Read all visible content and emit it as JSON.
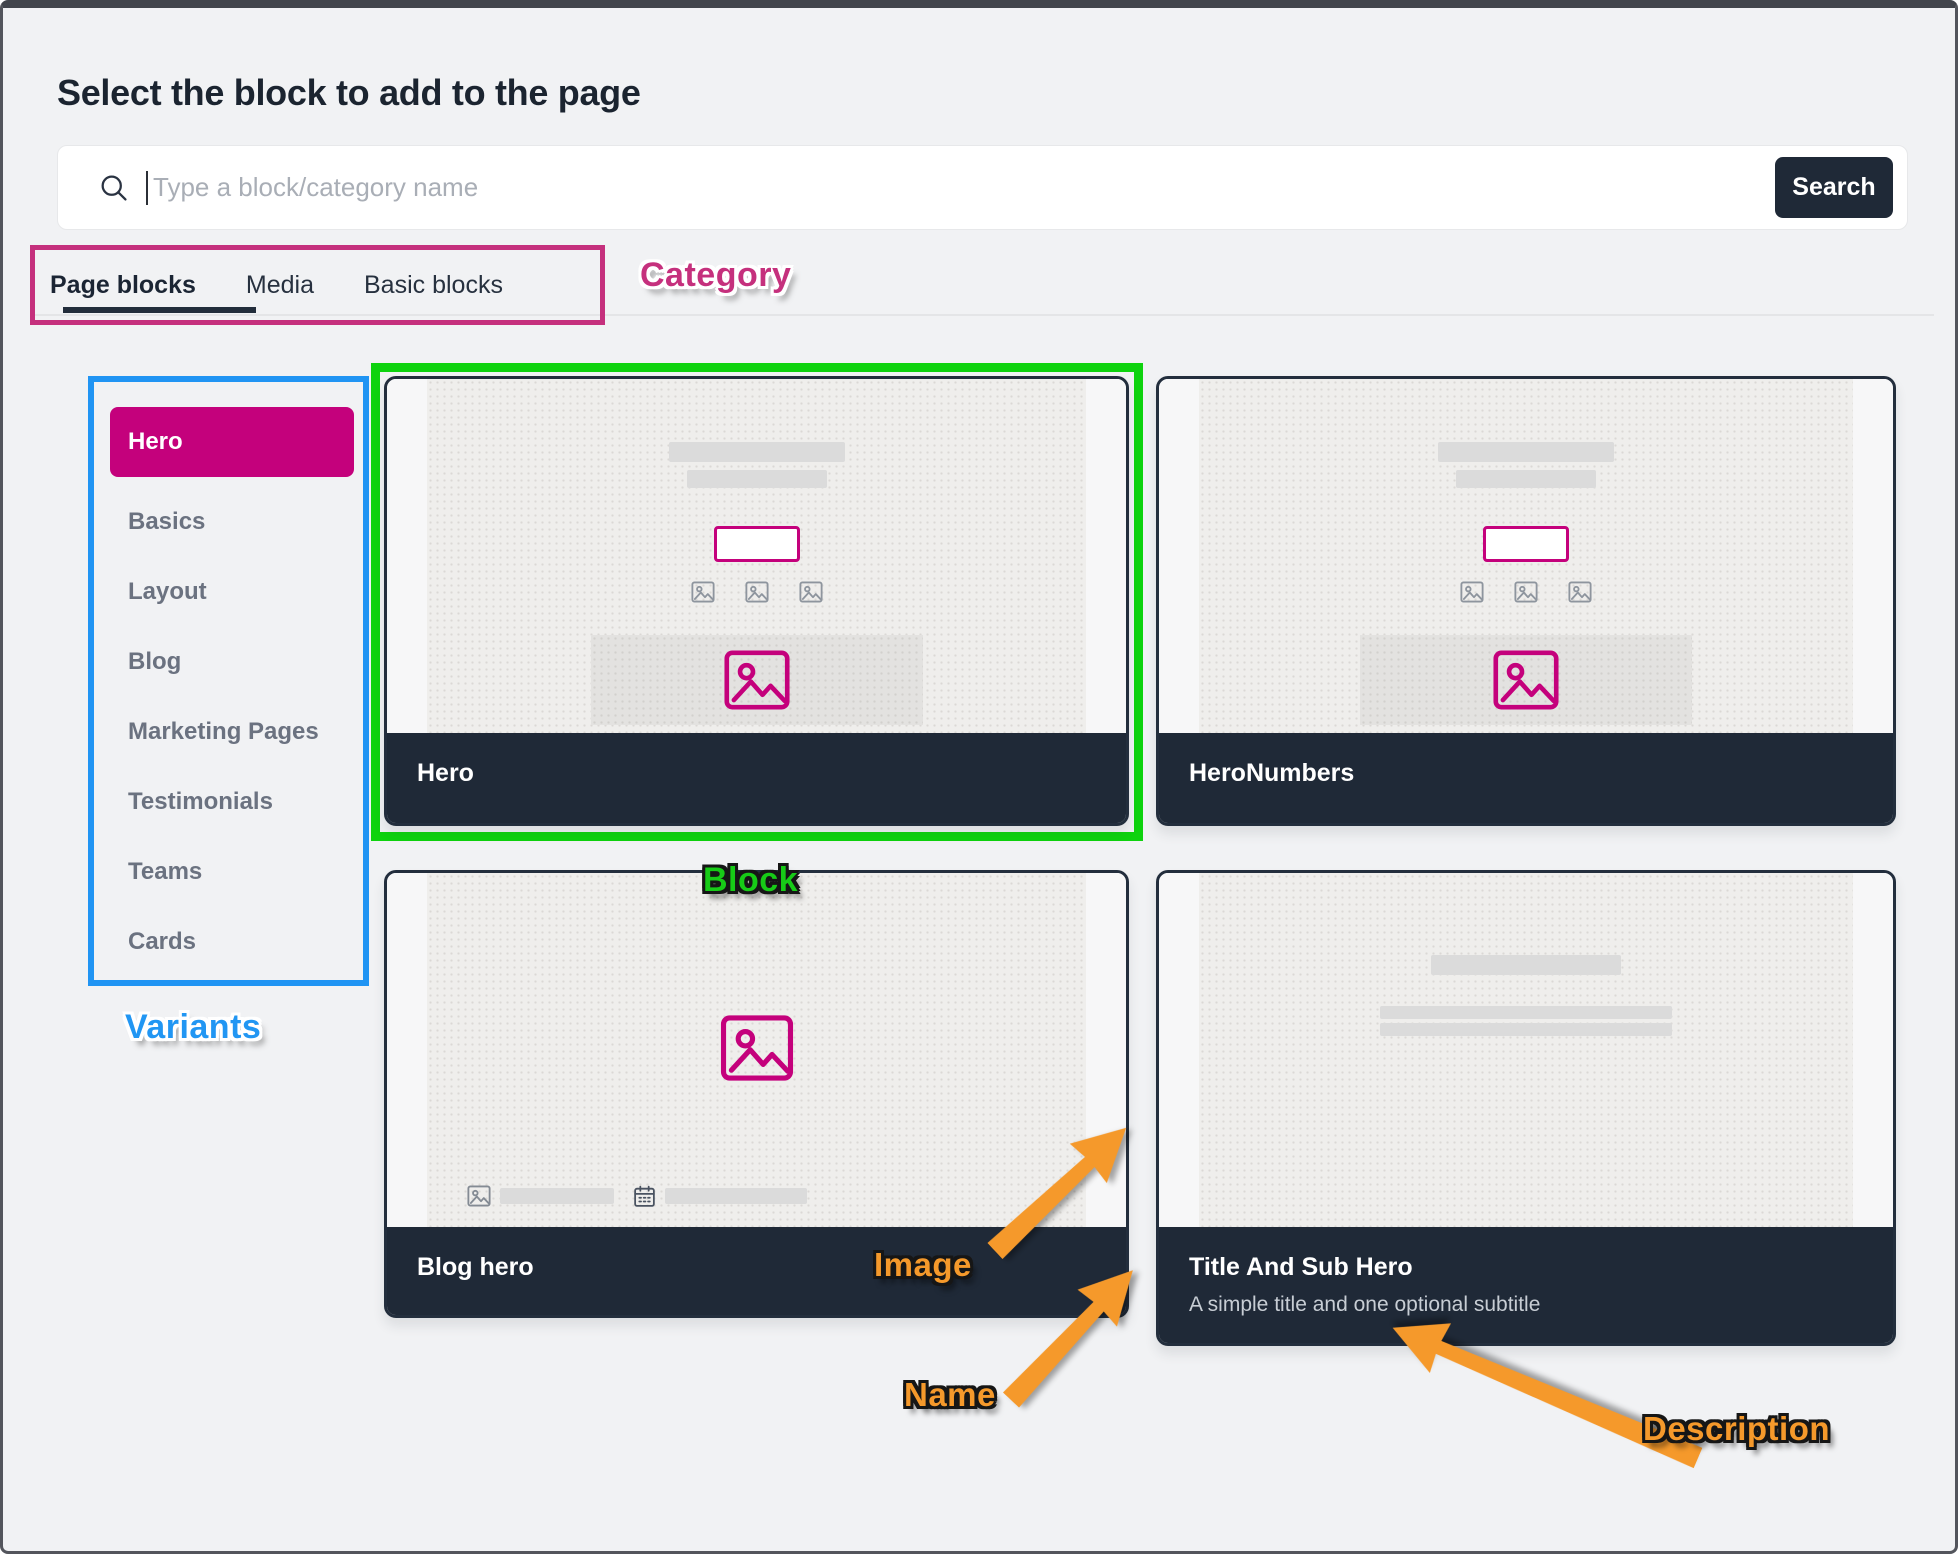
{
  "window": {
    "title": "Select the block to add to the page"
  },
  "search": {
    "placeholder": "Type a block/category name",
    "button": "Search",
    "icon": "magnifier-icon"
  },
  "tabs": {
    "active": "Page blocks",
    "items": [
      {
        "label": "Page blocks"
      },
      {
        "label": "Media"
      },
      {
        "label": "Basic blocks"
      }
    ]
  },
  "variants": {
    "active": "Hero",
    "items": [
      {
        "label": "Hero"
      },
      {
        "label": "Basics"
      },
      {
        "label": "Layout"
      },
      {
        "label": "Blog"
      },
      {
        "label": "Marketing Pages"
      },
      {
        "label": "Testimonials"
      },
      {
        "label": "Teams"
      },
      {
        "label": "Cards"
      }
    ]
  },
  "blocks": {
    "items": [
      {
        "name": "Hero"
      },
      {
        "name": "HeroNumbers"
      },
      {
        "name": "Blog hero"
      },
      {
        "name": "Title And Sub Hero",
        "description": "A simple title and one optional subtitle"
      }
    ]
  },
  "annotations": {
    "category": "Category",
    "variants": "Variants",
    "block": "Block",
    "image": "Image",
    "name": "Name",
    "description": "Description"
  },
  "colors": {
    "accent_pink": "#c4017c",
    "dark_navy": "#1f2937",
    "annotation_pink": "#c5307d",
    "annotation_blue": "#2196f3",
    "annotation_green": "#0ed30e",
    "annotation_orange": "#f5992b"
  }
}
